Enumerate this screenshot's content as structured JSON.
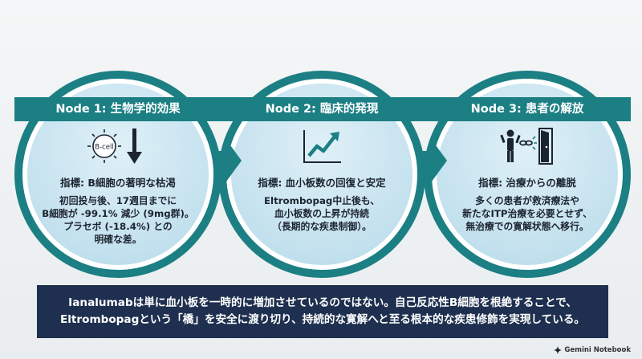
{
  "nodes": [
    {
      "label": "Node 1: 生物学的効果",
      "icon": "b-cell-down-arrow-icon",
      "icon_text": "B-cell",
      "indicator": "指標: B細胞の著明な枯渇",
      "lines": [
        "初回投与後、17週目までに",
        "B細胞が -99.1% 減少 (9mg群)。",
        "プラセボ (-18.4%) との",
        "明確な差。"
      ]
    },
    {
      "label": "Node 2: 臨床的発現",
      "icon": "rising-chart-icon",
      "indicator": "指標: 血小板数の回復と安定",
      "lines": [
        "Eltrombopag中止後も、",
        "血小板数の上昇が持続",
        "（長期的な疾患制御）。"
      ]
    },
    {
      "label": "Node 3: 患者の解放",
      "icon": "broken-chain-door-icon",
      "indicator": "指標: 治療からの離脱",
      "lines": [
        "多くの患者が救済療法や",
        "新たなITP治療を必要とせず、",
        "無治療での寛解状態へ移行。"
      ]
    }
  ],
  "summary": {
    "line1": "Ianalumabは単に血小板を一時的に増加させているのではない。自己反応性B細胞を根絶することで、",
    "line2": "Eltrombopagという「橋」を安全に渡り切り、持続的な寛解へと至る根本的な疾患修飾を実現している。"
  },
  "brand": {
    "name": "Gemini Notebook",
    "icon": "gemini-logo-icon"
  },
  "colors": {
    "teal": "#1c7f84",
    "navy": "#1e2f4f",
    "circle_fill": "#c3e1ee"
  }
}
